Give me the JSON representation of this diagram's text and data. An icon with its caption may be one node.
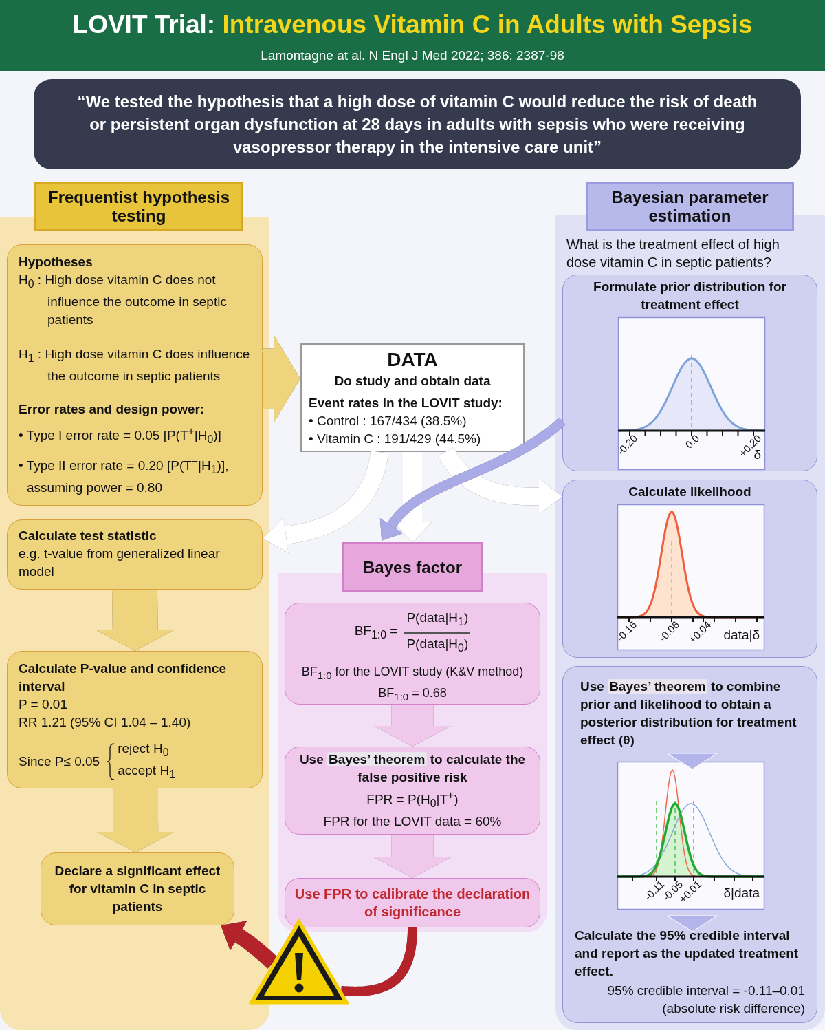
{
  "diagram": {
    "title": "LOVIT Trial: Intravenous Vitamin C in Adults with Sepsis",
    "caption": "Lamontagne at al. N Engl J Med 2022; 386: 2387-98",
    "nodes": [
      {
        "text": [
          "“We tested the hypothesis that a high dose of vitamin C would reduce the risk of death or persistent organ dysfunction at 28 days in adults with sepsis who were receiving vasopressor therapy in the intensive care unit”"
        ]
      },
      {
        "text": [
          "Frequentist hypothesis testing"
        ]
      },
      {
        "text": [
          "Hypotheses",
          "H$_{0}$ : High dose vitamin C does not influence the outcome in septic patients",
          "H$_{1}$ : High dose vitamin C does influence the outcome in septic patients",
          "Error rates and design power:",
          "• Type I error rate = 0.05 [P(T$^{+}$|H$_{0}$)]",
          "• Type II error rate = 0.20 [P(T$^{−}$|H$_{1}$)], assuming power = 0.80"
        ],
        "in": 1
      },
      {
        "text": [
          "Calculate test statistic",
          "e.g. t-value from generalized linear model"
        ],
        "in": 1
      },
      {
        "text": [
          "Calculate P-value and confidence interval",
          "P = 0.01",
          "RR 1.21 (95% CI 1.04 – 1.40)",
          "Since P≤ 0.05",
          "reject H$_{0}$",
          "accept H$_{1}$"
        ],
        "in": 1
      },
      {
        "text": [
          "Declare a significant effect for vitamin C in septic patients"
        ],
        "in": 1
      },
      {
        "text": [
          "DATA",
          "Do study and obtain data",
          "Event rates in the LOVIT study:",
          "• Control : 167/434 (38.5%)",
          "• Vitamin C : 191/429 (44.5%)"
        ]
      },
      {
        "text": [
          "Bayes factor"
        ]
      },
      {
        "text": [
          "BF$_{1:0}$ =",
          "P(data|H$_{1}$)",
          "P(data|H$_{0}$)",
          "BF$_{1:0}$ for the LOVIT study (K&V method)",
          "BF$_{1:0}$ = 0.68"
        ],
        "in": 7
      },
      {
        "text": [
          "Use **Bayes’ theorem** to calculate the false positive risk",
          "FPR = P(H$_{0}$|T$^{+}$)",
          "FPR for the LOVIT data = 60%"
        ],
        "in": 7
      },
      {
        "text": [
          "Use FPR to calibrate the declaration of significance"
        ],
        "in": 7
      },
      {
        "text": [],
        "shape": "triangle"
      },
      {
        "text": [
          "Bayesian parameter estimation",
          "What is the treatment effect of high dose vitamin C in septic patients?"
        ]
      },
      {
        "text": [
          "Formulate prior distribution for treatment effect"
        ],
        "in": 12
      },
      {
        "text": [
          "Calculate likelihood"
        ],
        "in": 12
      },
      {
        "text": [
          "Use **Bayes’ theorem** to combine prior and likelihood to obtain a posterior distribution for treatment effect (θ)",
          "Calculate the 95% credible interval and report as the updated treatment effect.",
          "95% credible interval =  -0.11–0.01",
          "(absolute risk difference)"
        ],
        "in": 12
      }
    ],
    "edges": [
      {
        "from": 2,
        "to": 6,
        "arrow": "to",
        "style": "thick",
        "color": "#efd47e"
      },
      {
        "from": 6,
        "to": 3,
        "arrow": "to",
        "color": "#ffffff"
      },
      {
        "from": 6,
        "to": 7,
        "arrow": "to",
        "color": "#ffffff"
      },
      {
        "from": 6,
        "to": 14,
        "arrow": "to",
        "color": "#ffffff"
      },
      {
        "from": 13,
        "to": 7,
        "arrow": "to",
        "color": "#a9aae6"
      },
      {
        "from": 3,
        "to": 4,
        "arrow": "to",
        "style": "thick",
        "color": "#efd47e"
      },
      {
        "from": 4,
        "to": 5,
        "arrow": "to",
        "style": "thick",
        "color": "#efd47e"
      },
      {
        "from": 8,
        "to": 9,
        "arrow": "to",
        "style": "thick",
        "color": "#efc8ec"
      },
      {
        "from": 9,
        "to": 10,
        "arrow": "to",
        "style": "thick",
        "color": "#efc8ec"
      },
      {
        "from": 10,
        "to": 11,
        "arrow": "none",
        "color": "#b5232a"
      },
      {
        "from": 11,
        "to": 5,
        "arrow": "to",
        "color": "#b5232a"
      }
    ],
    "labels": [
      "-0.20",
      "0.0",
      "+0.20",
      "δ",
      "-0.16",
      "-0.06",
      "+0.04",
      "data|δ",
      "-0.11",
      "-0.05",
      "+0.01",
      "δ|data"
    ]
  }
}
